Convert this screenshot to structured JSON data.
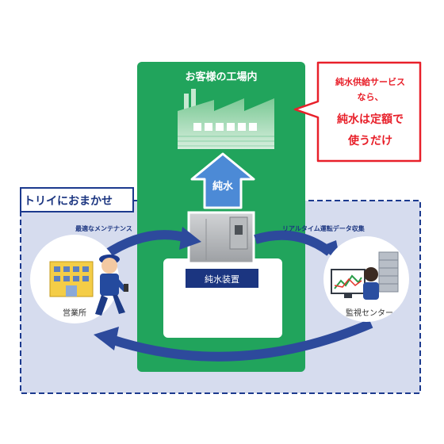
{
  "factory": {
    "title": "お客様の工場内"
  },
  "callout": {
    "line1": "純水供給サービス",
    "line2": "なら、",
    "line3": "純水は定額で",
    "line4": "使うだけ"
  },
  "service_area": {
    "title": "トリイにおまかせ"
  },
  "pure_water_label": "純水",
  "device_label": "純水装置",
  "office_label": "営業所",
  "monitor_label": "監視センター",
  "maintenance_label": "最適なメンテナンス",
  "realtime_label": "リアルタイム運転データ収集",
  "colors": {
    "factory_green": "#21a45c",
    "service_bg": "#d6dcee",
    "service_border": "#1c3a8e",
    "navy": "#1b3580",
    "callout_red": "#e8202a",
    "arrow_blue": "#2d4a9c",
    "pure_water_arrow": "#4c8ad6"
  }
}
